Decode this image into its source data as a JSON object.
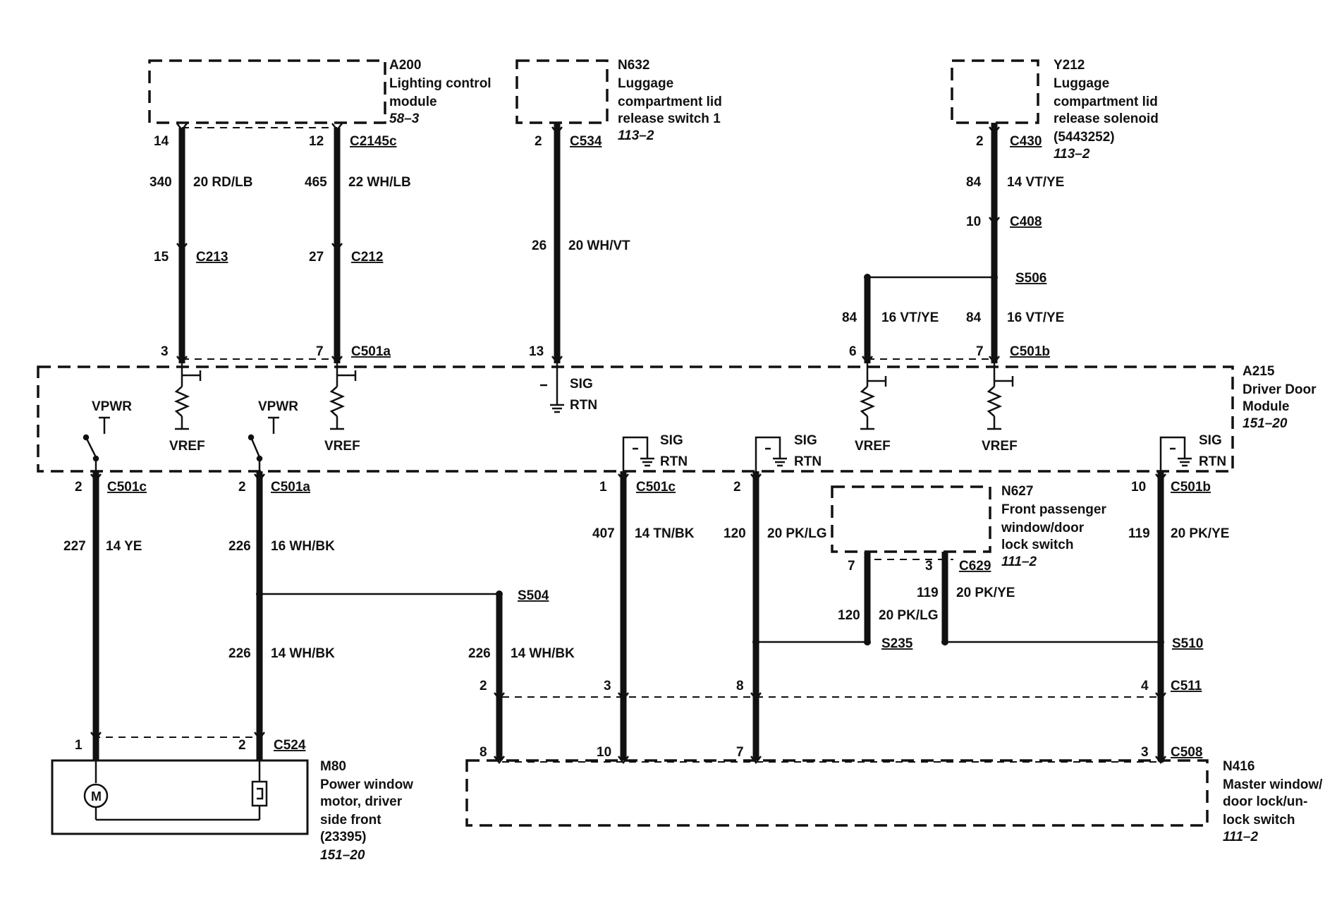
{
  "components": {
    "a200": {
      "id": "A200",
      "name_lines": [
        "Lighting control",
        "module"
      ],
      "ref": "58–3"
    },
    "n632": {
      "id": "N632",
      "name_lines": [
        "Luggage",
        "compartment lid",
        "release switch 1"
      ],
      "ref": "113–2"
    },
    "y212": {
      "id": "Y212",
      "name_lines": [
        "Luggage",
        "compartment lid",
        "release solenoid",
        "(5443252)"
      ],
      "ref": "113–2"
    },
    "a215": {
      "id": "A215",
      "name_lines": [
        "Driver Door",
        "Module"
      ],
      "ref": "151–20"
    },
    "n627": {
      "id": "N627",
      "name_lines": [
        "Front passenger",
        "window/door",
        "lock switch"
      ],
      "ref": "111–2"
    },
    "m80": {
      "id": "M80",
      "name_lines": [
        "Power window",
        "motor, driver",
        "side front",
        "(23395)"
      ],
      "ref": "151–20"
    },
    "n416": {
      "id": "N416",
      "name_lines": [
        "Master window/",
        "door lock/un-",
        "lock switch"
      ],
      "ref": "111–2"
    }
  },
  "labels": {
    "pin_14": "14",
    "conn_c2145c": "C2145c",
    "pin_12": "12",
    "circ_340": "340",
    "wire_20rdlb": "20 RD/LB",
    "circ_465": "465",
    "wire_22whlb": "22 WH/LB",
    "pin_15": "15",
    "conn_c213": "C213",
    "pin_27": "27",
    "conn_c212": "C212",
    "pin_3": "3",
    "pin_7a": "7",
    "conn_c501a_top": "C501a",
    "pin_2_n632": "2",
    "conn_c534": "C534",
    "circ_26": "26",
    "wire_20whvt": "20 WH/VT",
    "pin_13": "13",
    "pin_2_y212": "2",
    "conn_c430": "C430",
    "circ_84a": "84",
    "wire_14vtye": "14 VT/YE",
    "pin_10_c408": "10",
    "conn_c408": "C408",
    "splice_s506": "S506",
    "circ_84b": "84",
    "wire_16vtye_a": "16 VT/YE",
    "circ_84c": "84",
    "wire_16vtye_b": "16 VT/YE",
    "pin_6": "6",
    "pin_7b": "7",
    "conn_c501b_top": "C501b",
    "vpwr_1": "VPWR",
    "vpwr_2": "VPWR",
    "vref_1": "VREF",
    "vref_2": "VREF",
    "vref_3": "VREF",
    "vref_4": "VREF",
    "sig_1": "SIG",
    "rtn_1": "RTN",
    "sig_2": "SIG",
    "rtn_2": "RTN",
    "sig_3": "SIG",
    "rtn_3": "RTN",
    "sig_4": "SIG",
    "rtn_4": "RTN",
    "pin_2_c501c": "2",
    "conn_c501c_l": "C501c",
    "pin_2_c501a": "2",
    "conn_c501a_l": "C501a",
    "pin_1_c501c": "1",
    "conn_c501c_r": "C501c",
    "pin_2_pk": "2",
    "pin_10_c501b": "10",
    "conn_c501b_r": "C501b",
    "circ_227": "227",
    "wire_14ye": "14 YE",
    "circ_226a": "226",
    "wire_16whbk": "16 WH/BK",
    "circ_407": "407",
    "wire_14tnbk": "14 TN/BK",
    "circ_120a": "120",
    "wire_20pklg_a": "20 PK/LG",
    "circ_119a": "119",
    "wire_20pkye_a": "20 PK/YE",
    "pin_7_n627": "7",
    "pin_3_n627": "3",
    "conn_c629": "C629",
    "circ_119b": "119",
    "wire_20pkye_b": "20 PK/YE",
    "circ_120b": "120",
    "wire_20pklg_b": "20 PK/LG",
    "splice_s504": "S504",
    "splice_s235": "S235",
    "splice_s510": "S510",
    "circ_226b": "226",
    "wire_14whbk_a": "14 WH/BK",
    "circ_226c": "226",
    "wire_14whbk_b": "14 WH/BK",
    "pin_2_c511": "2",
    "pin_3_c511": "3",
    "pin_8_c511": "8",
    "pin_4_c511": "4",
    "conn_c511": "C511",
    "pin_8_c508": "8",
    "pin_10_c508": "10",
    "pin_7_c508": "7",
    "pin_3_c508": "3",
    "conn_c508": "C508",
    "pin_1_c524": "1",
    "pin_2_c524": "2",
    "conn_c524": "C524",
    "motor_symbol": "M"
  }
}
